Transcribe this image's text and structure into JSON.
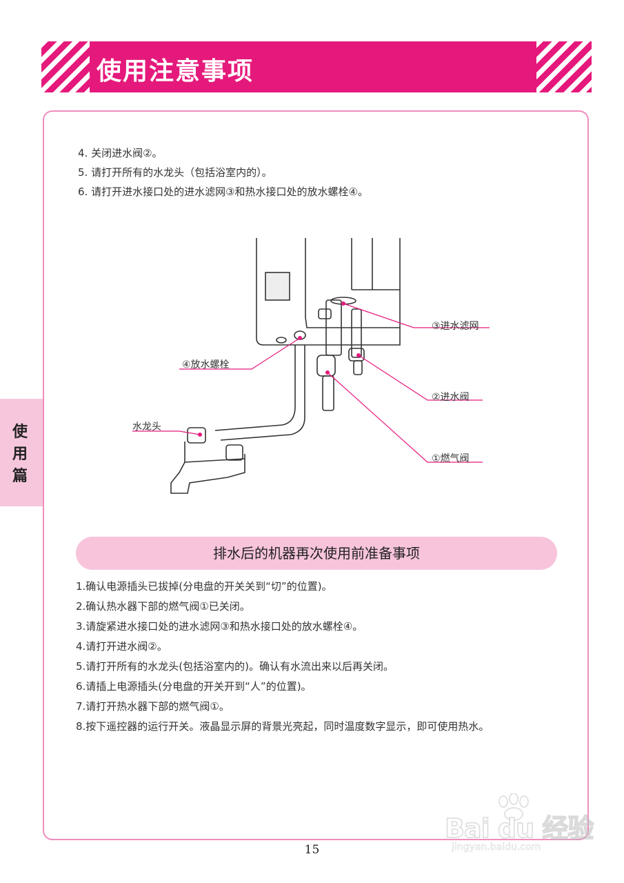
{
  "header": {
    "title": "使用注意事项"
  },
  "side_tab": {
    "chars": [
      "使",
      "用",
      "篇"
    ]
  },
  "steps_top": [
    "4. 关闭进水阀②。",
    "5. 请打开所有的水龙头（包括浴室内的）。",
    "6. 请打开进水接口处的进水滤网③和热水接口处的放水螺栓④。"
  ],
  "diagram": {
    "labels": {
      "filter": "③进水滤网",
      "drain_bolt": "④放水螺栓",
      "inlet_valve": "②进水阀",
      "faucet": "水龙头",
      "gas_valve": "①燃气阀"
    }
  },
  "section": {
    "title": "排水后的机器再次使用前准备事项"
  },
  "steps_bottom": [
    "1.确认电源插头已拔掉(分电盘的开关关到“切”的位置)。",
    "2.确认热水器下部的燃气阀①已关闭。",
    "3.请旋紧进水接口处的进水滤网③和热水接口处的放水螺栓④。",
    "4.请打开进水阀②。",
    "5.请打开所有的水龙头(包括浴室内的)。确认有水流出来以后再关闭。",
    "6.请插上电源插头(分电盘的开关开到“人”的位置)。",
    "7.请打开热水器下部的燃气阀①。",
    "8.按下遥控器的运行开关。液晶显示屏的背景光亮起，同时温度数字显示，即可使用热水。"
  ],
  "page_number": "15",
  "watermark": {
    "brand": "Bai du 经验",
    "url": "jingyan.baidu.com"
  },
  "colors": {
    "accent": "#e5197c",
    "pill": "#f7c4dc",
    "border": "#f08cbd"
  }
}
